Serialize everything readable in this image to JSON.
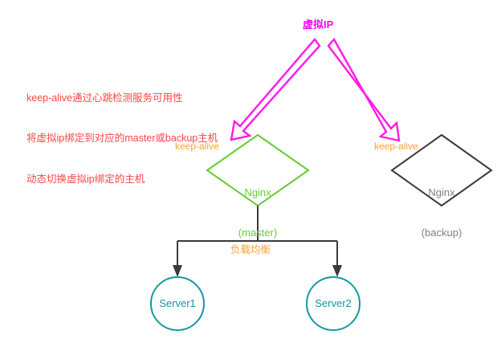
{
  "diagram": {
    "title": "虚拟IP",
    "title_color": "#ff00ff",
    "note": {
      "color": "#ff4444",
      "lines": [
        "keep-alive通过心跳检测服务可用性",
        "将虚拟ip绑定到对应的master或backup主机",
        "动态切换虚拟ip绑定的主机"
      ]
    },
    "nodes": {
      "master": {
        "label_line1": "Nginx",
        "label_line2": "(master)",
        "shape": "diamond",
        "color": "#66cc33",
        "tag": "keep-alive",
        "tag_color": "#f5a33c"
      },
      "backup": {
        "label_line1": "Nginx",
        "label_line2": "(backup)",
        "shape": "diamond",
        "color": "#3a3a3a",
        "text_color": "#808080",
        "tag": "keep-alive",
        "tag_color": "#f5a33c"
      },
      "server1": {
        "label": "Server1",
        "shape": "circle",
        "color": "#119aa0"
      },
      "server2": {
        "label": "Server2",
        "shape": "circle",
        "color": "#119aa0"
      }
    },
    "edges": {
      "load_balance_label": "负载均衡",
      "load_balance_color": "#f5a33c",
      "vip_arrow_color": "#ff00ff",
      "tree_line_color": "#3a3a3a"
    }
  }
}
